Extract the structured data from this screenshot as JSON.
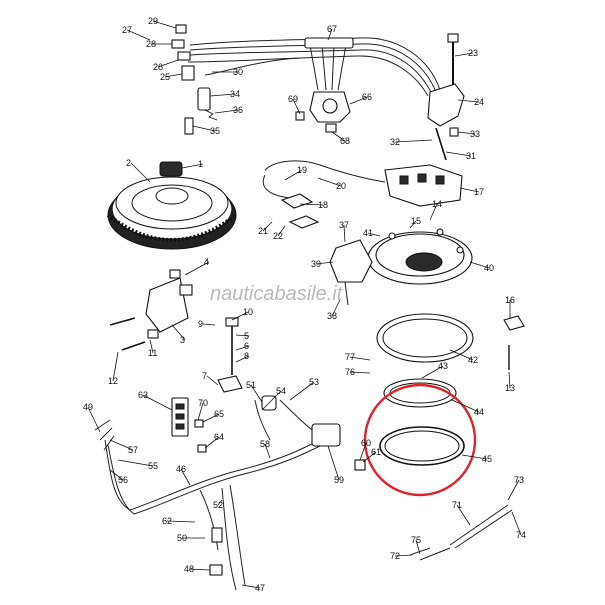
{
  "watermark": "nauticabasile.it",
  "highlight_color": "#e0252a",
  "callouts": [
    "1",
    "2",
    "3",
    "4",
    "5",
    "6",
    "7",
    "8",
    "9",
    "10",
    "11",
    "12",
    "13",
    "14",
    "15",
    "16",
    "17",
    "18",
    "19",
    "20",
    "21",
    "22",
    "23",
    "24",
    "25",
    "26",
    "27",
    "28",
    "29",
    "30",
    "31",
    "32",
    "33",
    "34",
    "35",
    "36",
    "37",
    "38",
    "39",
    "40",
    "41",
    "42",
    "43",
    "44",
    "45",
    "46",
    "47",
    "48",
    "49",
    "50",
    "51",
    "52",
    "53",
    "54",
    "55",
    "56",
    "57",
    "58",
    "59",
    "60",
    "61",
    "62",
    "63",
    "64",
    "65",
    "66",
    "67",
    "68",
    "69",
    "70",
    "71",
    "72",
    "73",
    "74",
    "75",
    "76",
    "77"
  ]
}
